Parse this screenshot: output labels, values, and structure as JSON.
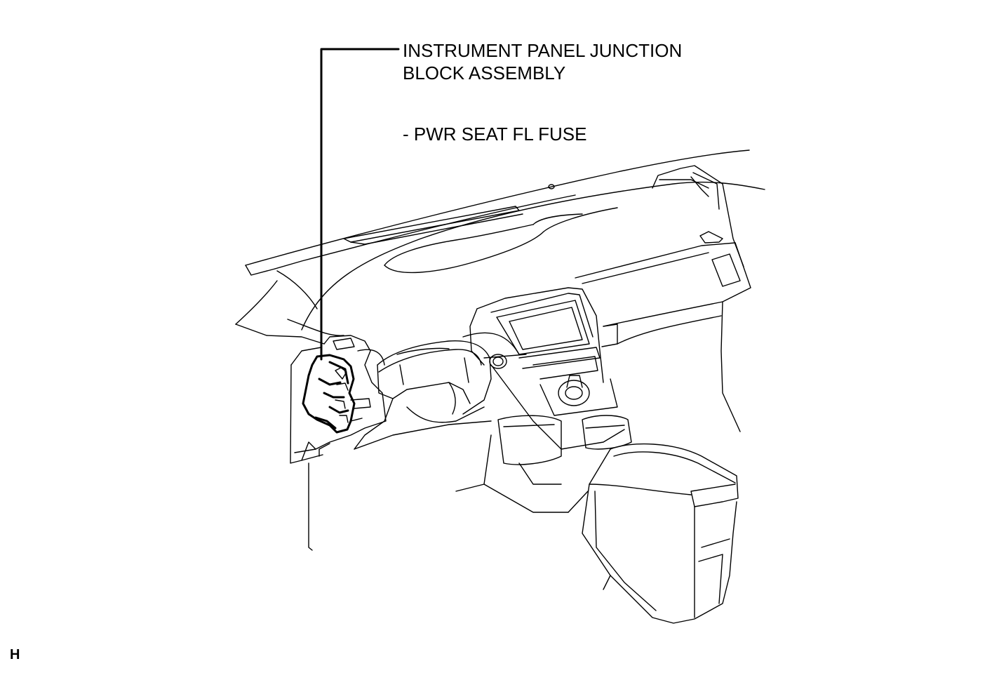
{
  "callout": {
    "component_line1": "INSTRUMENT PANEL JUNCTION",
    "component_line2": "BLOCK ASSEMBLY",
    "fuse_item": "- PWR SEAT FL FUSE"
  },
  "page_code": "H",
  "colors": {
    "line": "#000000",
    "background": "#ffffff"
  }
}
